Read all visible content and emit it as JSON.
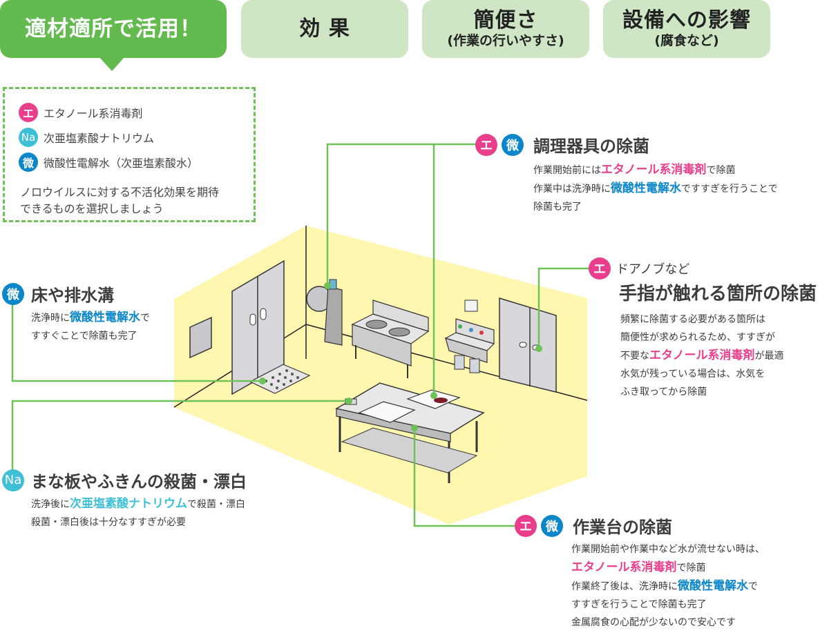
{
  "tabs": [
    {
      "main": "適材適所で活用！",
      "sub": "",
      "active": true
    },
    {
      "main": "効 果",
      "sub": "",
      "active": false
    },
    {
      "main": "簡便さ",
      "sub": "(作業の行いやすさ)",
      "active": false
    },
    {
      "main": "設備への影響",
      "sub": "(腐食など)",
      "active": false
    }
  ],
  "legend": {
    "items": [
      {
        "badge": "エ",
        "label": "エタノール系消毒剤",
        "color": "#e83e8c"
      },
      {
        "badge": "Na",
        "label": "次亜塩素酸ナトリウム",
        "color": "#3fbfd6"
      },
      {
        "badge": "微",
        "label": "微酸性電解水（次亜塩素酸水）",
        "color": "#0b86c9"
      }
    ],
    "note_line1": "ノロウイルスに対する不活化効果を期待",
    "note_line2": "できるものを選択しましょう"
  },
  "callouts": {
    "utensils": {
      "badges": [
        "エ",
        "微"
      ],
      "title": "調理器具の除菌",
      "line1_pre": "作業開始前には",
      "line1_hl": "エタノール系消毒剤",
      "line1_post": "で除菌",
      "line2_pre": "作業中は洗浄時に",
      "line2_hl": "微酸性電解水",
      "line2_post": "ですすぎを行うことで",
      "line3": "除菌も完了"
    },
    "doorknob": {
      "badges": [
        "エ"
      ],
      "subtitle": "ドアノブなど",
      "title": "手指が触れる箇所の除菌",
      "line1": "頻繁に除菌する必要がある箇所は",
      "line2": "簡便性が求められるため、すすぎが",
      "line3_pre": "不要な",
      "line3_hl": "エタノール系消毒剤",
      "line3_post": "が最適",
      "line4": "水気が残っている場合は、水気を",
      "line5": "ふき取ってから除菌"
    },
    "floor": {
      "badges": [
        "微"
      ],
      "title": "床や排水溝",
      "line1_pre": "洗浄時に",
      "line1_hl": "微酸性電解水",
      "line1_post": "で",
      "line2": "すすぐことで除菌も完了"
    },
    "cuttingboard": {
      "badges": [
        "Na"
      ],
      "title": "まな板やふきんの殺菌・漂白",
      "line1_pre": "洗浄後に",
      "line1_hl": "次亜塩素酸ナトリウム",
      "line1_post": "で殺菌・漂白",
      "line2": "殺菌・漂白後は十分なすすぎが必要"
    },
    "worktable": {
      "badges": [
        "エ",
        "微"
      ],
      "title": "作業台の除菌",
      "line1": "作業開始前や作業中など水が流せない時は、",
      "line2_hl": "エタノール系消毒剤",
      "line2_post": "で除菌",
      "line3_pre": "作業終了後は、洗浄時に",
      "line3_hl": "微酸性電解水",
      "line3_post": "で",
      "line4": "すすぎを行うことで除菌も完了",
      "line5": "金属腐食の心配が少ないので安心です"
    }
  },
  "colors": {
    "accent_green": "#63bb50",
    "tab_inactive": "#cfe6c5",
    "ethanol_pink": "#e83e8c",
    "sodium_cyan": "#3fbfd6",
    "electrolyzed_blue": "#0b86c9",
    "room_yellow": "#fff6b0"
  }
}
